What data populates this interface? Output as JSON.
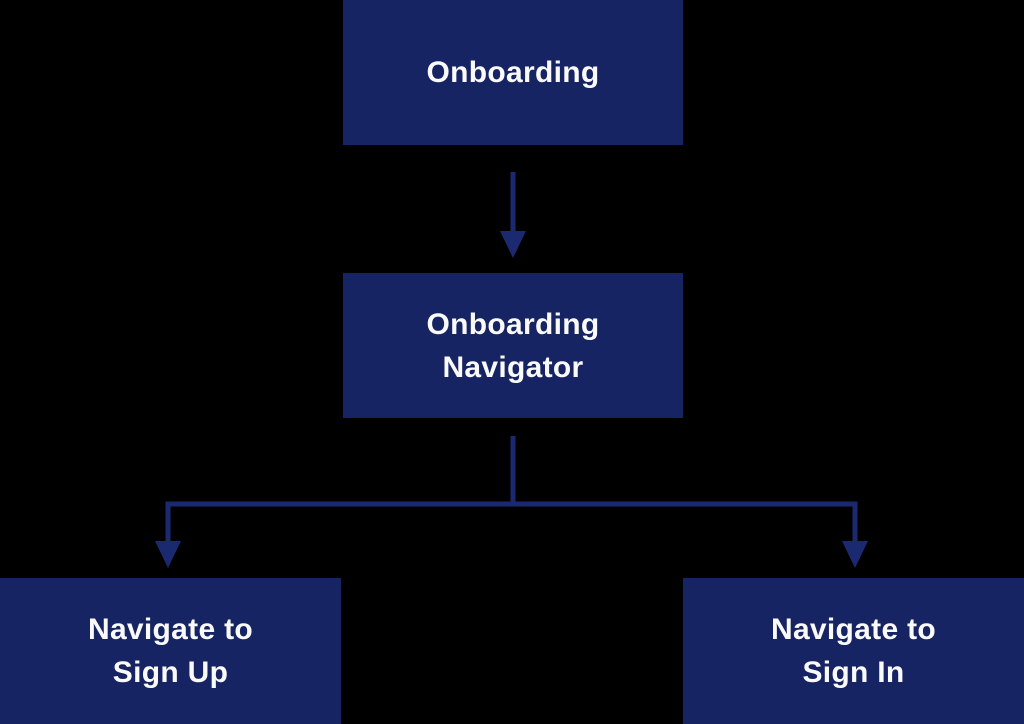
{
  "diagram": {
    "type": "flowchart",
    "direction": "top-down",
    "nodes": [
      {
        "id": "onboarding",
        "label": "Onboarding",
        "lines": [
          "Onboarding"
        ]
      },
      {
        "id": "onboarding-navigator",
        "label": "Onboarding Navigator",
        "lines": [
          "Onboarding",
          "Navigator"
        ]
      },
      {
        "id": "navigate-to-sign-up",
        "label": "Navigate to Sign Up",
        "lines": [
          "Navigate to",
          "Sign Up"
        ]
      },
      {
        "id": "navigate-to-sign-in",
        "label": "Navigate to Sign In",
        "lines": [
          "Navigate to",
          "Sign In"
        ]
      }
    ],
    "edges": [
      {
        "from": "Onboarding",
        "to": "Onboarding Navigator"
      },
      {
        "from": "Onboarding Navigator",
        "to": "Navigate to Sign Up"
      },
      {
        "from": "Onboarding Navigator",
        "to": "Navigate to Sign In"
      }
    ]
  },
  "colors": {
    "background": "#000000",
    "node_fill": "#172463",
    "node_text": "#fafafa",
    "arrow": "#1b2a70"
  }
}
